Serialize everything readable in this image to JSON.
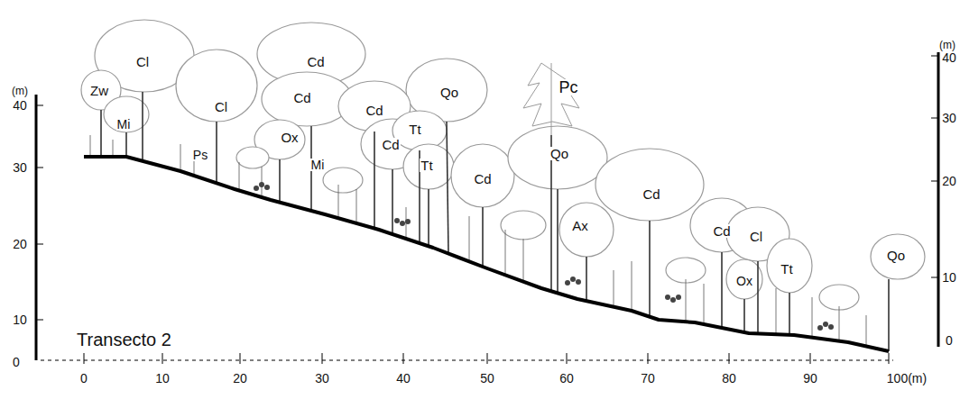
{
  "diagram": {
    "labels": [
      "Cl",
      "Zw",
      "Mi",
      "Ps",
      "Cl",
      "Cd",
      "Cd",
      "Ox",
      "Mi",
      "Cd",
      "Cd",
      "Qo",
      "Pc",
      "Tt",
      "Tt",
      "Cd",
      "Qo",
      "Cd",
      "Ax",
      "Cd",
      "Cl",
      "Ox",
      "Tt",
      "Qo",
      "Transecto 2",
      "(m)",
      "40",
      "30",
      "20",
      "10",
      "0",
      "(m)",
      "40",
      "30",
      "20",
      "10",
      "0",
      "0",
      "10",
      "20",
      "30",
      "40",
      "50",
      "60",
      "70",
      "80",
      "90",
      "100(m)"
    ]
  }
}
